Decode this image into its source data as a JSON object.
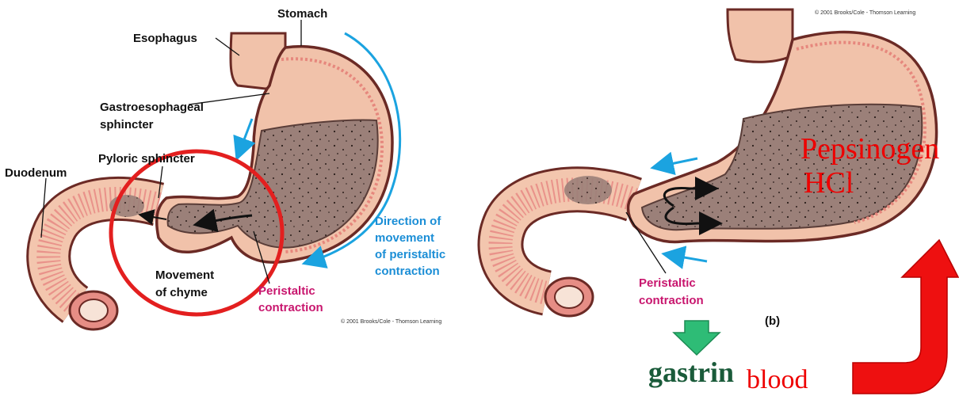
{
  "panel_a": {
    "labels": {
      "stomach": "Stomach",
      "esophagus": "Esophagus",
      "gastroesophageal_line1": "Gastroesophageal",
      "gastroesophageal_line2": "sphincter",
      "pyloric": "Pyloric sphincter",
      "duodenum": "Duodenum",
      "direction_line1": "Direction of",
      "direction_line2": "movement",
      "direction_line3": "of peristaltic",
      "direction_line4": "contraction",
      "movement_line1": "Movement",
      "movement_line2": "of chyme",
      "peristaltic_line1": "Peristaltic",
      "peristaltic_line2": "contraction"
    },
    "copyright": "© 2001 Brooks/Cole - Thomson Learning"
  },
  "panel_b": {
    "copyright": "© 2001 Brooks/Cole - Thomson Learning",
    "peristaltic_line1": "Peristaltic",
    "peristaltic_line2": "contraction",
    "panel_label": "(b)"
  },
  "annotations": {
    "pepsinogen": "Pepsinogen",
    "hcl": "HCl",
    "gastrin": "gastrin",
    "blood": "blood"
  },
  "colors": {
    "wall": "#f1c2aa",
    "lining": "#e6877d",
    "chyme": "#9b8079",
    "highlight_circle": "#e31f1f",
    "direction_arrow": "#1ba3e0",
    "gastrin_arrow": "#2ebc76",
    "big_arrow": "#ee1010"
  }
}
